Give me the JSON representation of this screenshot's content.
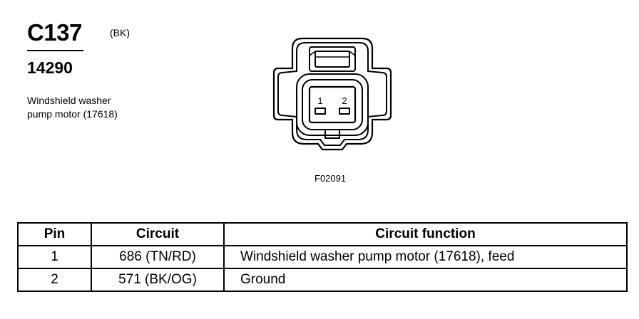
{
  "connector": {
    "id": "C137",
    "color_code": "(BK)",
    "part_number": "14290",
    "description_line1": "Windshield washer",
    "description_line2": "pump motor (17618)",
    "pin_labels": [
      "1",
      "2"
    ],
    "figure_id": "F02091"
  },
  "table": {
    "headers": {
      "pin": "Pin",
      "circuit": "Circuit",
      "function": "Circuit function"
    },
    "rows": [
      {
        "pin": "1",
        "circuit": "686 (TN/RD)",
        "function": "Windshield washer pump motor (17618), feed"
      },
      {
        "pin": "2",
        "circuit": "571 (BK/OG)",
        "function": "Ground"
      }
    ]
  }
}
